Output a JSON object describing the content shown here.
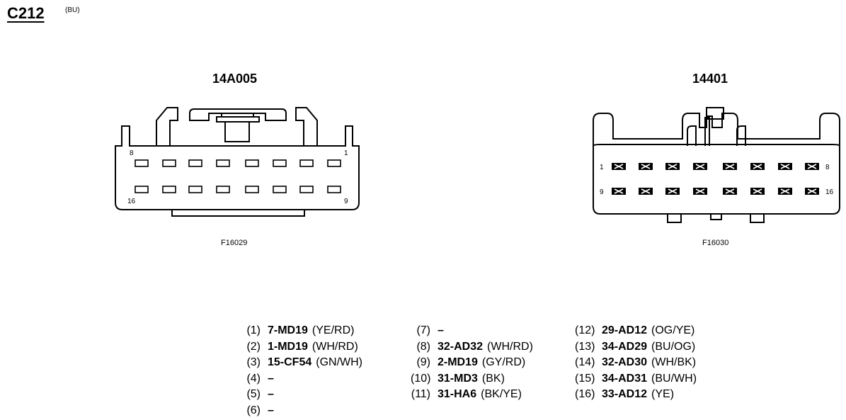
{
  "header": {
    "title": "C212",
    "color_code": "(BU)"
  },
  "connectors": {
    "left": {
      "part_number": "14A005",
      "figure_id": "F16029",
      "pin_labels": {
        "top_left": "8",
        "top_right": "1",
        "bottom_left": "16",
        "bottom_right": "9"
      }
    },
    "right": {
      "part_number": "14401",
      "figure_id": "F16030",
      "pin_labels": {
        "top_left": "1",
        "top_right": "8",
        "bottom_left": "9",
        "bottom_right": "16"
      }
    }
  },
  "pinout": {
    "columns": [
      [
        {
          "pin": "(1)",
          "circuit": "7-MD19",
          "color": "(YE/RD)"
        },
        {
          "pin": "(2)",
          "circuit": "1-MD19",
          "color": "(WH/RD)"
        },
        {
          "pin": "(3)",
          "circuit": "15-CF54",
          "color": "(GN/WH)"
        },
        {
          "pin": "(4)",
          "circuit": "–",
          "color": ""
        },
        {
          "pin": "(5)",
          "circuit": "–",
          "color": ""
        },
        {
          "pin": "(6)",
          "circuit": "–",
          "color": ""
        }
      ],
      [
        {
          "pin": "(7)",
          "circuit": "–",
          "color": ""
        },
        {
          "pin": "(8)",
          "circuit": "32-AD32",
          "color": "(WH/RD)"
        },
        {
          "pin": "(9)",
          "circuit": "2-MD19",
          "color": "(GY/RD)"
        },
        {
          "pin": "(10)",
          "circuit": "31-MD3",
          "color": "(BK)"
        },
        {
          "pin": "(11)",
          "circuit": "31-HA6",
          "color": "(BK/YE)"
        }
      ],
      [
        {
          "pin": "(12)",
          "circuit": "29-AD12",
          "color": "(OG/YE)"
        },
        {
          "pin": "(13)",
          "circuit": "34-AD29",
          "color": "(BU/OG)"
        },
        {
          "pin": "(14)",
          "circuit": "32-AD30",
          "color": "(WH/BK)"
        },
        {
          "pin": "(15)",
          "circuit": "34-AD31",
          "color": "(BU/WH)"
        },
        {
          "pin": "(16)",
          "circuit": "33-AD12",
          "color": "(YE)"
        }
      ]
    ]
  }
}
